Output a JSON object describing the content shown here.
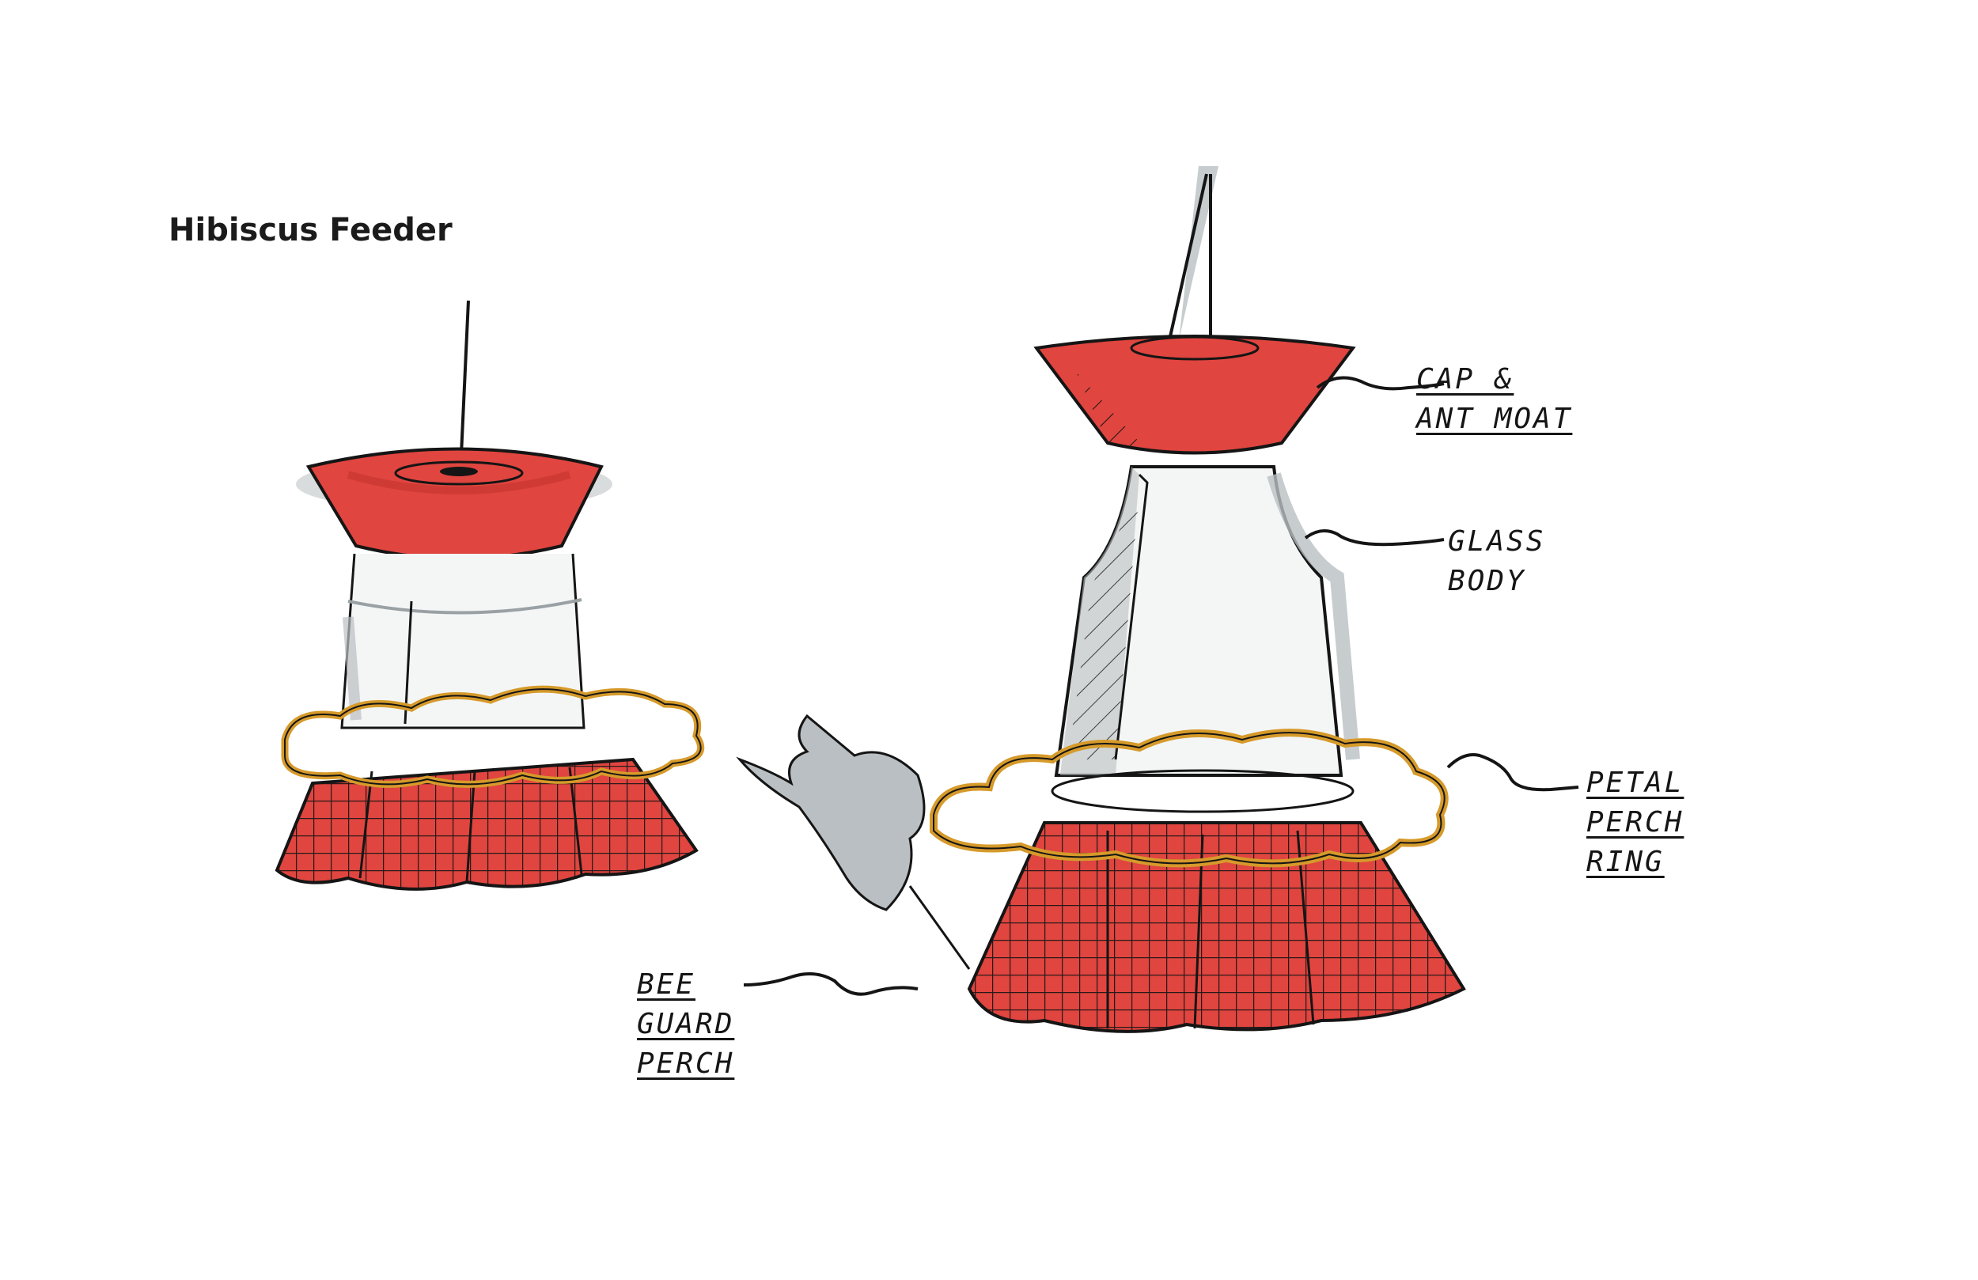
{
  "title": "Hibiscus Feeder",
  "colors": {
    "red": "#e0453f",
    "red_dark": "#c73730",
    "gold": "#d69a2a",
    "grey": "#b9bfc2",
    "ink": "#151515"
  },
  "callouts": {
    "cap": [
      "CAP &",
      "ANT MOAT"
    ],
    "body": [
      "GLASS",
      "BODY"
    ],
    "ring": [
      "PETAL",
      "PERCH",
      "RING"
    ],
    "guard": [
      "BEE",
      "GUARD",
      "PERCH"
    ]
  }
}
